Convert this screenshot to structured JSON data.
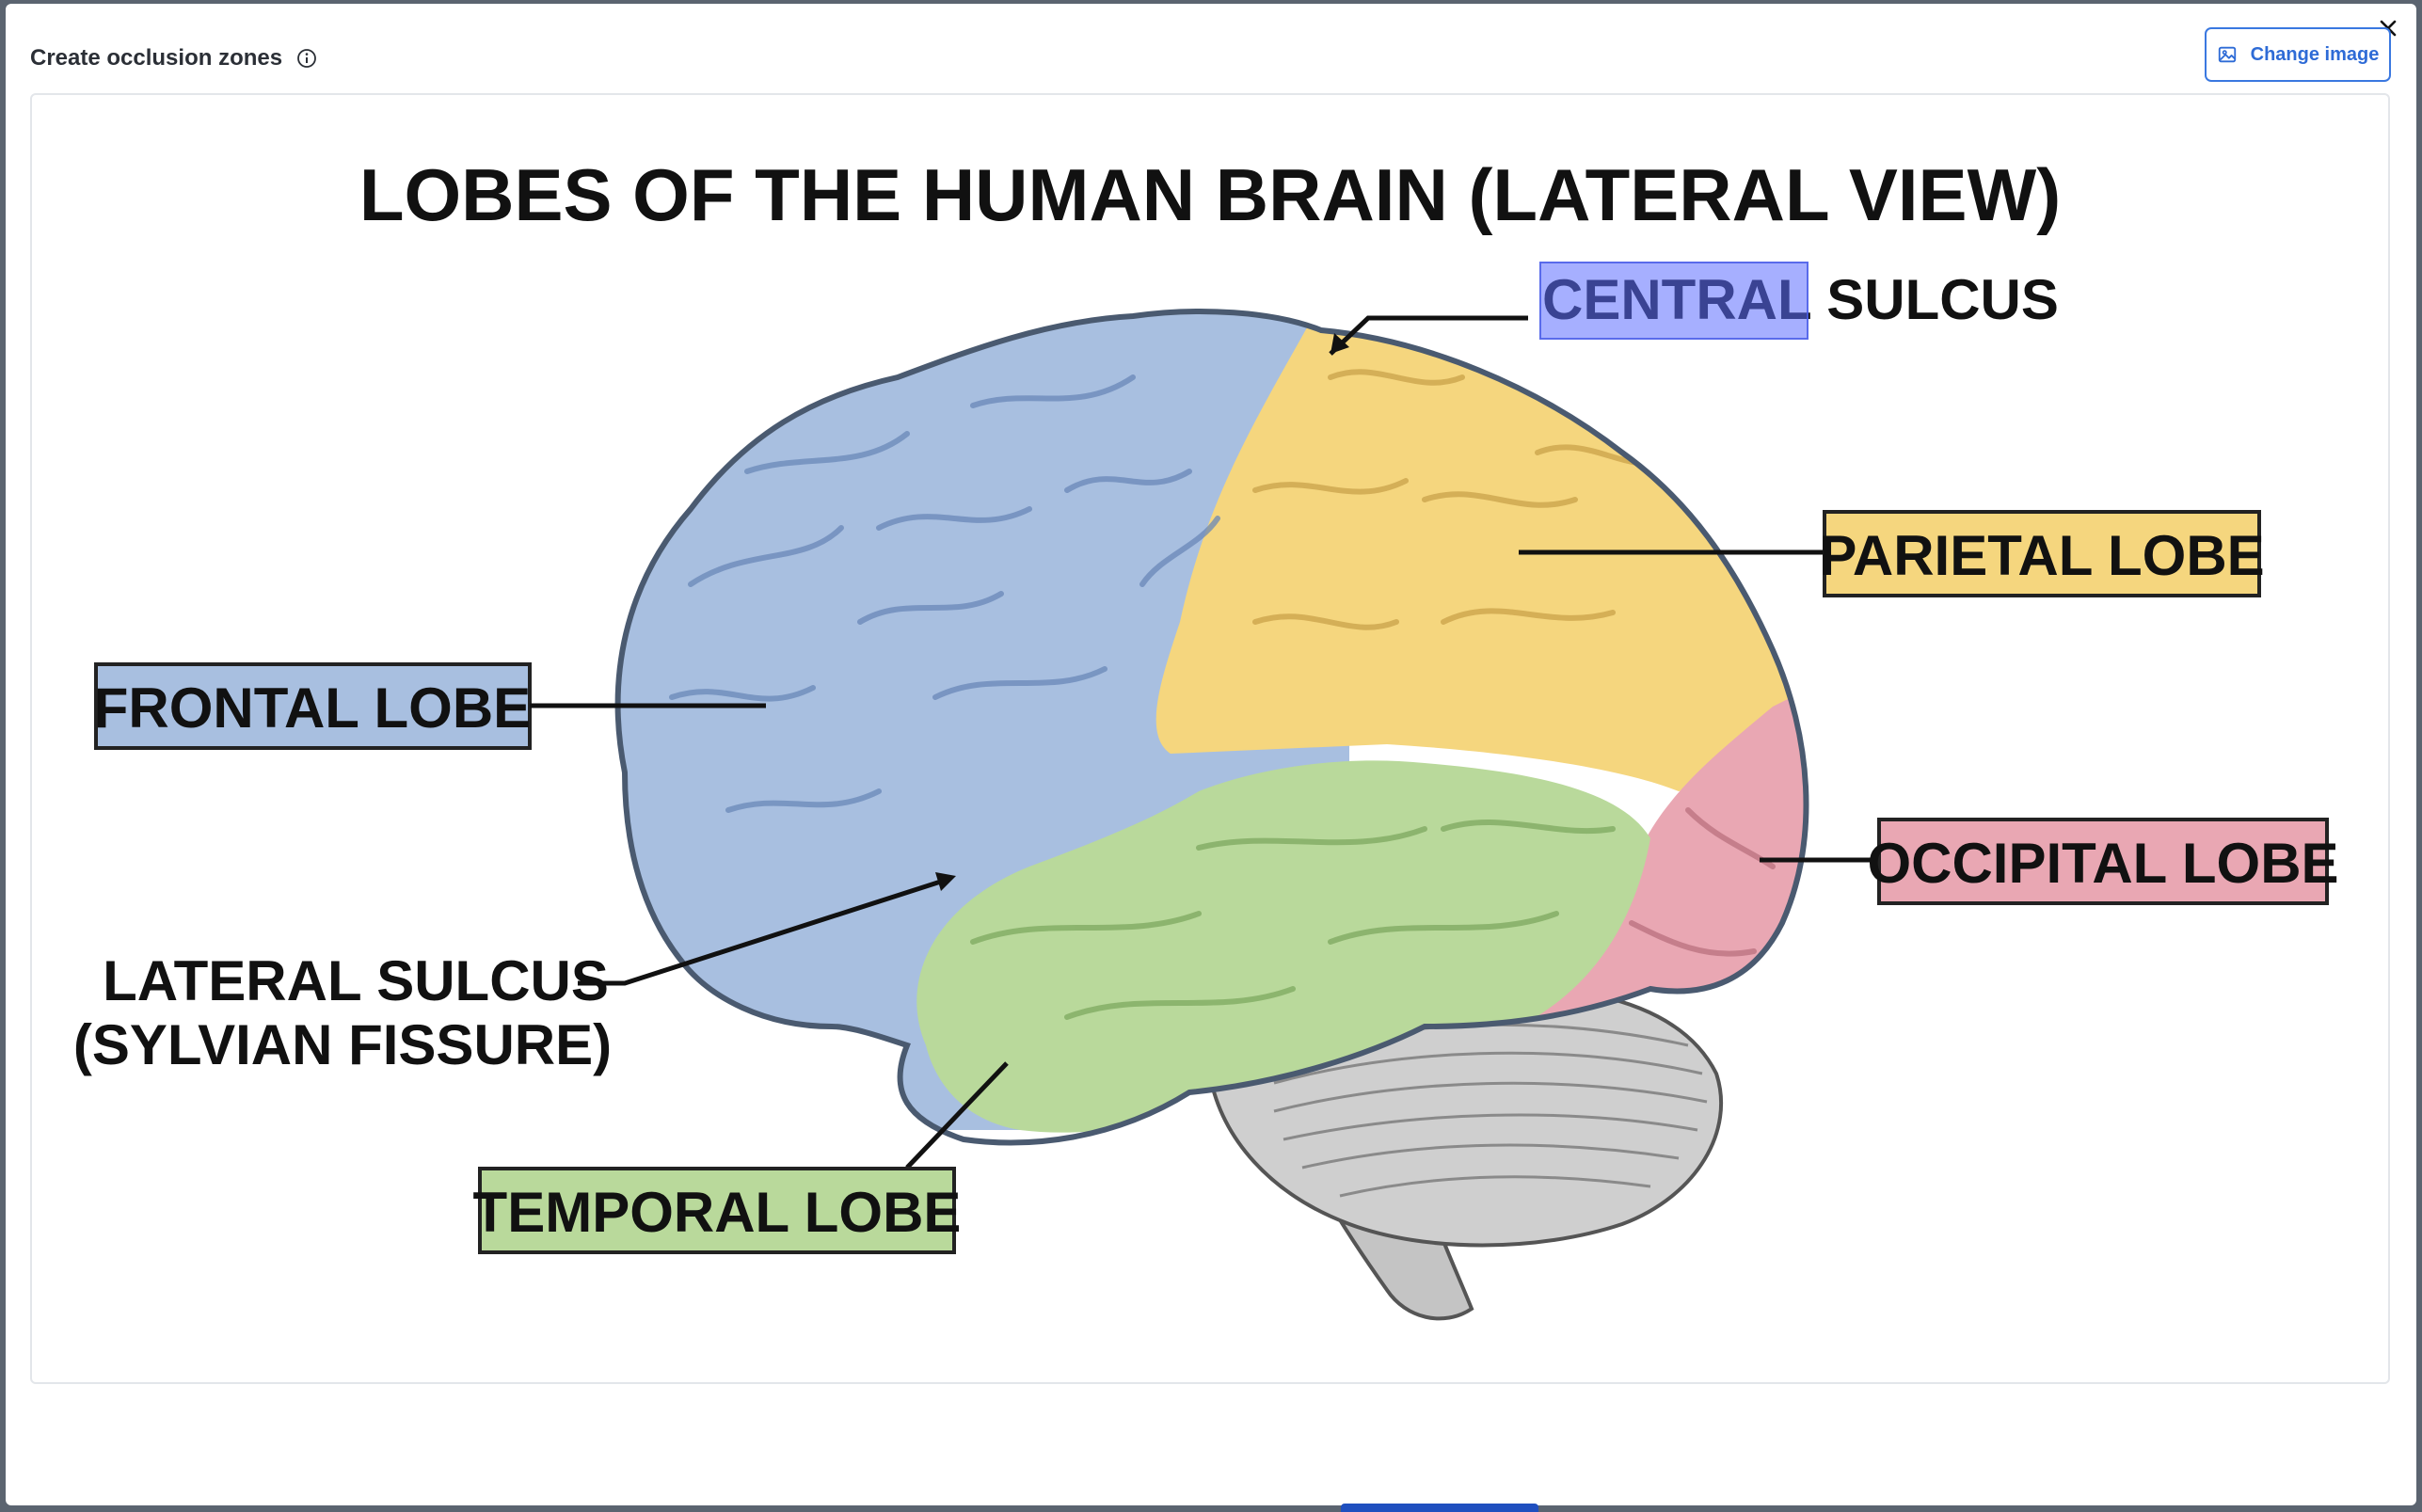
{
  "dialog": {
    "title": "Create occlusion zones",
    "info_icon": "info-circle-icon",
    "close_icon": "close-icon",
    "change_image": {
      "label": "Change image",
      "icon": "image-icon"
    }
  },
  "diagram": {
    "title": "LOBES OF THE HUMAN BRAIN (LATERAL VIEW)",
    "labels": {
      "central_sulcus": "CENTRAL SULCUS",
      "parietal_lobe": "PARIETAL LOBE",
      "frontal_lobe": "FRONTAL LOBE",
      "occipital_lobe": "OCCIPITAL LOBE",
      "lateral_sulcus_line1": "LATERAL SULCUS",
      "lateral_sulcus_line2": "(SYLVIAN FISSURE)",
      "temporal_lobe": "TEMPORAL LOBE"
    },
    "colors": {
      "frontal": "#a8bfe0",
      "parietal": "#f5d67e",
      "occipital": "#e9a7b3",
      "temporal": "#b9d99b",
      "cerebellum": "#c9c9c9",
      "occlusion": "#5c6eff"
    }
  }
}
